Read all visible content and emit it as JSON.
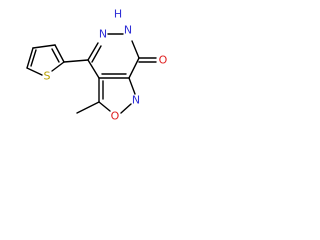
{
  "atom_labels": {
    "hydrogen_nh": "H",
    "nitrogen_nh": "N",
    "nitrogen_ring": "N",
    "oxygen_carbonyl": "O",
    "nitrogen_isoxazole": "N",
    "oxygen_isoxazole": "O",
    "sulfur_thiophene": "S"
  },
  "colors": {
    "bond": "#000000",
    "nitrogen": "#2f2fd6",
    "oxygen": "#e02020",
    "sulfur": "#b8a000"
  }
}
